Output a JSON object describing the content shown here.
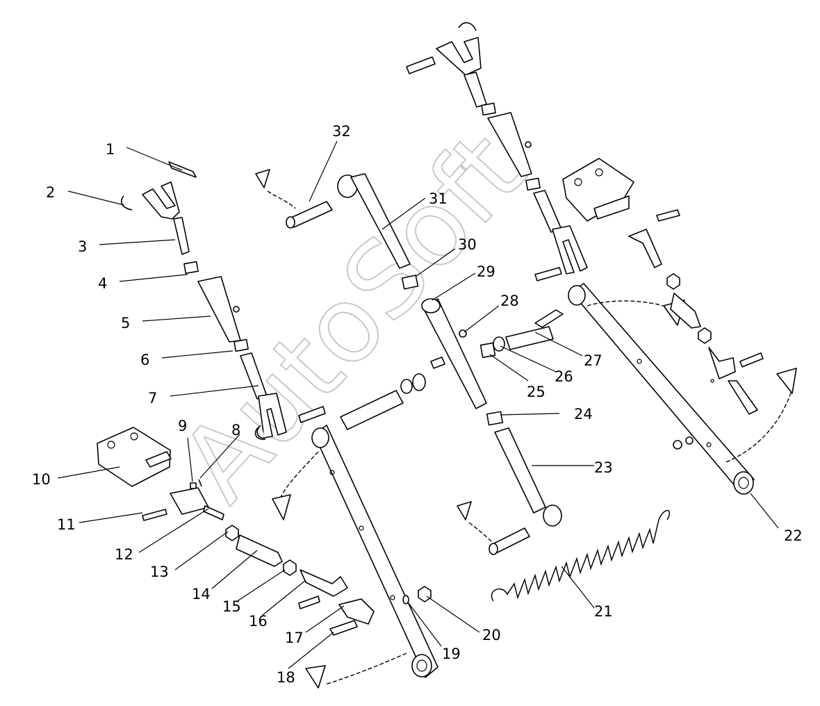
{
  "watermark": "AutoSoft",
  "callouts": [
    {
      "n": "1"
    },
    {
      "n": "2"
    },
    {
      "n": "3"
    },
    {
      "n": "4"
    },
    {
      "n": "5"
    },
    {
      "n": "6"
    },
    {
      "n": "7"
    },
    {
      "n": "8"
    },
    {
      "n": "9"
    },
    {
      "n": "10"
    },
    {
      "n": "11"
    },
    {
      "n": "12"
    },
    {
      "n": "13"
    },
    {
      "n": "14"
    },
    {
      "n": "15"
    },
    {
      "n": "16"
    },
    {
      "n": "17"
    },
    {
      "n": "18"
    },
    {
      "n": "19"
    },
    {
      "n": "20"
    },
    {
      "n": "21"
    },
    {
      "n": "22"
    },
    {
      "n": "23"
    },
    {
      "n": "24"
    },
    {
      "n": "25"
    },
    {
      "n": "26"
    },
    {
      "n": "27"
    },
    {
      "n": "28"
    },
    {
      "n": "29"
    },
    {
      "n": "30"
    },
    {
      "n": "31"
    },
    {
      "n": "32"
    }
  ]
}
